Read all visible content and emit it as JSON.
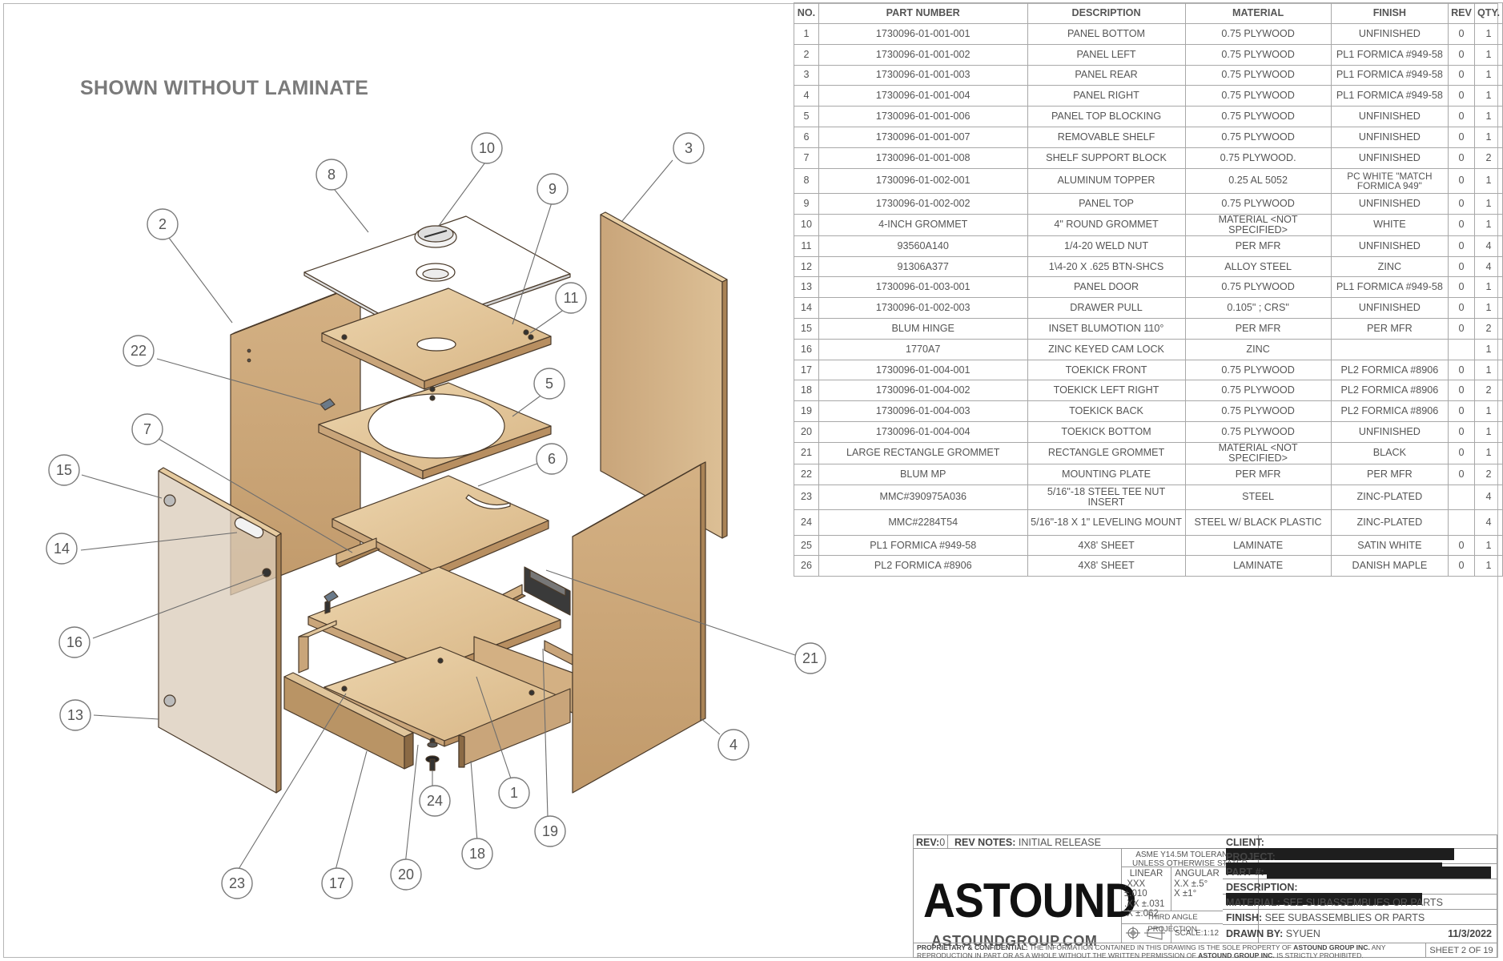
{
  "drawing": {
    "view_note": "SHOWN WITHOUT LAMINATE",
    "balloons": [
      "1",
      "2",
      "3",
      "4",
      "5",
      "6",
      "7",
      "8",
      "9",
      "10",
      "11",
      "13",
      "14",
      "15",
      "16",
      "17",
      "18",
      "19",
      "20",
      "21",
      "22",
      "23",
      "24"
    ]
  },
  "bom": {
    "headers": [
      "NO.",
      "PART NUMBER",
      "DESCRIPTION",
      "MATERIAL",
      "FINISH",
      "REV",
      "QTY."
    ],
    "rows": [
      [
        "1",
        "1730096-01-001-001",
        "PANEL BOTTOM",
        "0.75 PLYWOOD",
        "UNFINISHED",
        "0",
        "1"
      ],
      [
        "2",
        "1730096-01-001-002",
        "PANEL LEFT",
        "0.75 PLYWOOD",
        "PL1 FORMICA #949-58",
        "0",
        "1"
      ],
      [
        "3",
        "1730096-01-001-003",
        "PANEL REAR",
        "0.75 PLYWOOD",
        "PL1 FORMICA #949-58",
        "0",
        "1"
      ],
      [
        "4",
        "1730096-01-001-004",
        "PANEL RIGHT",
        "0.75 PLYWOOD",
        "PL1 FORMICA #949-58",
        "0",
        "1"
      ],
      [
        "5",
        "1730096-01-001-006",
        "PANEL TOP BLOCKING",
        "0.75 PLYWOOD",
        "UNFINISHED",
        "0",
        "1"
      ],
      [
        "6",
        "1730096-01-001-007",
        "REMOVABLE SHELF",
        "0.75 PLYWOOD",
        "UNFINISHED",
        "0",
        "1"
      ],
      [
        "7",
        "1730096-01-001-008",
        "SHELF SUPPORT BLOCK",
        "0.75 PLYWOOD.",
        "UNFINISHED",
        "0",
        "2"
      ],
      [
        "8",
        "1730096-01-002-001",
        "ALUMINUM TOPPER",
        "0.25 AL 5052",
        "PC WHITE \"MATCH FORMICA 949\"",
        "0",
        "1"
      ],
      [
        "9",
        "1730096-01-002-002",
        "PANEL TOP",
        "0.75 PLYWOOD",
        "UNFINISHED",
        "0",
        "1"
      ],
      [
        "10",
        "4-INCH GROMMET",
        "4\" ROUND GROMMET",
        "MATERIAL <NOT SPECIFIED>",
        "WHITE",
        "0",
        "1"
      ],
      [
        "11",
        "93560A140",
        "1/4-20 WELD NUT",
        "PER MFR",
        "UNFINISHED",
        "0",
        "4"
      ],
      [
        "12",
        "91306A377",
        "1\\4-20 X .625 BTN-SHCS",
        "ALLOY STEEL",
        "ZINC",
        "0",
        "4"
      ],
      [
        "13",
        "1730096-01-003-001",
        "PANEL DOOR",
        "0.75 PLYWOOD",
        "PL1 FORMICA #949-58",
        "0",
        "1"
      ],
      [
        "14",
        "1730096-01-002-003",
        "DRAWER PULL",
        "0.105\" ; CRS\"",
        "UNFINISHED",
        "0",
        "1"
      ],
      [
        "15",
        "BLUM HINGE",
        "INSET BLUMOTION 110°",
        "PER MFR",
        "PER MFR",
        "0",
        "2"
      ],
      [
        "16",
        "1770A7",
        "ZINC KEYED CAM LOCK",
        "ZINC",
        "",
        "",
        "1"
      ],
      [
        "17",
        "1730096-01-004-001",
        "TOEKICK FRONT",
        "0.75 PLYWOOD",
        "PL2 FORMICA #8906",
        "0",
        "1"
      ],
      [
        "18",
        "1730096-01-004-002",
        "TOEKICK LEFT RIGHT",
        "0.75 PLYWOOD",
        "PL2 FORMICA #8906",
        "0",
        "2"
      ],
      [
        "19",
        "1730096-01-004-003",
        "TOEKICK BACK",
        "0.75 PLYWOOD",
        "PL2 FORMICA #8906",
        "0",
        "1"
      ],
      [
        "20",
        "1730096-01-004-004",
        "TOEKICK BOTTOM",
        "0.75 PLYWOOD",
        "UNFINISHED",
        "0",
        "1"
      ],
      [
        "21",
        "LARGE RECTANGLE GROMMET",
        "RECTANGLE GROMMET",
        "MATERIAL <NOT SPECIFIED>",
        "BLACK",
        "0",
        "1"
      ],
      [
        "22",
        "BLUM MP",
        "MOUNTING PLATE",
        "PER MFR",
        "PER MFR",
        "0",
        "2"
      ],
      [
        "23",
        "MMC#390975A036",
        "5/16\"-18 STEEL TEE NUT INSERT",
        "STEEL",
        "ZINC-PLATED",
        "",
        "4"
      ],
      [
        "24",
        "MMC#2284T54",
        "5/16\"-18 X 1\" LEVELING MOUNT",
        "STEEL W/ BLACK PLASTIC",
        "ZINC-PLATED",
        "",
        "4"
      ],
      [
        "25",
        "PL1 FORMICA #949-58",
        "4X8' SHEET",
        "LAMINATE",
        "SATIN WHITE",
        "0",
        "1"
      ],
      [
        "26",
        "PL2 FORMICA #8906",
        "4X8' SHEET",
        "LAMINATE",
        "DANISH MAPLE",
        "0",
        "1"
      ]
    ]
  },
  "title_block": {
    "rev_label": "REV:",
    "rev_value": "0",
    "rev_notes_label": "REV NOTES:",
    "rev_notes_value": "INITIAL RELEASE",
    "tolerance_title_1": "ASME Y14.5M TOLERANCES",
    "tolerance_title_2": "UNLESS OTHERWISE STATED",
    "linear_label": "LINEAR",
    "angular_label": "ANGULAR",
    "linear_rows": [
      ".XXX ±.010",
      ".XX   ±.031",
      ".X     ±.062"
    ],
    "angular_rows": [
      "X.X   ±.5°",
      "X       ±1°"
    ],
    "projection": "THIRD ANGLE PROJECTION",
    "scale": "SCALE:1:12",
    "logo": "ASTOUND",
    "website": "ASTOUNDGROUP.COM",
    "client_label": "CLIENT:",
    "project_label": "PROJECT:",
    "part_label": "PART #:",
    "description_label": "DESCRIPTION:",
    "material_label": "MATERIAL:",
    "material_value": "SEE SUBASSEMBLIES OR PARTS",
    "finish_label": "FINISH:",
    "finish_value": "SEE SUBASSEMBLIES OR PARTS",
    "drawn_by_label": "DRAWN BY:",
    "drawn_by_value": "SYUEN",
    "date": "11/3/2022",
    "proprietary_label": "PROPRIETARY & CONFIDENTIAL:",
    "proprietary_text_1": "THE INFORMATION CONTAINED IN THIS DRAWING IS THE SOLE PROPERTY OF",
    "proprietary_company_1": "ASTOUND GROUP INC.",
    "proprietary_text_2": "ANY REPRODUCTION IN PART OR AS A WHOLE WITHOUT THE WRITTEN PERMISSION OF",
    "proprietary_company_2": "ASTOUND GROUP INC.",
    "proprietary_text_3": "IS STRICTLY PROHIBITED.",
    "sheet": "SHEET 2 OF 19"
  },
  "colors": {
    "wood": "#e3c69c",
    "wood_dark": "#c9a57a",
    "wood_edge": "#8b6a45",
    "line": "#5a5a5a",
    "balloon": "#6e6e6e"
  }
}
